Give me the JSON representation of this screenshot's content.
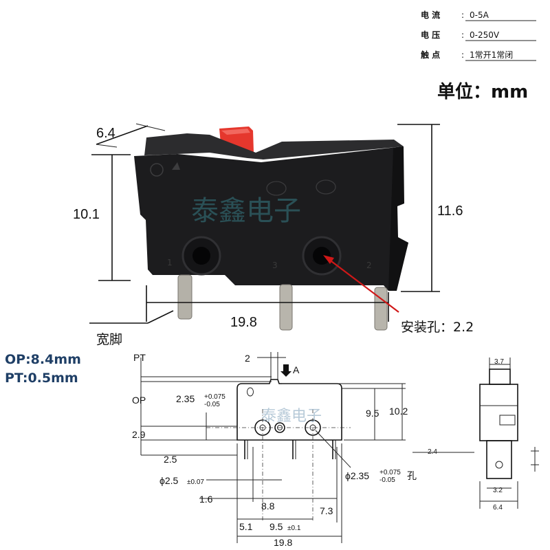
{
  "specs": [
    {
      "label": "电  流",
      "value": "0-5A"
    },
    {
      "label": "电  压",
      "value": "0-250V"
    },
    {
      "label": "触  点",
      "value": "1常开1常闭"
    }
  ],
  "unit": "单位：mm",
  "photo": {
    "dim_depth": "6.4",
    "dim_height_left": "10.1",
    "dim_height_right": "11.6",
    "dim_width": "19.8",
    "hole_label": "安装孔：2.2",
    "wide_pins": "宽脚",
    "terminal_1": "1",
    "terminal_3": "3",
    "terminal_2": "2",
    "watermark": "泰鑫电子",
    "colors": {
      "body": "#1b1b1d",
      "actuator": "#e5372d",
      "arrow": "#d01818"
    }
  },
  "specs_op_pt": {
    "op": "OP:8.4mm",
    "pt": "PT:0.5mm"
  },
  "drawing": {
    "pt": "PT",
    "op": "OP",
    "dim_2_top": "2",
    "arrow_a": "A",
    "dim_235": "2.35",
    "tol_235_plus": "+0.075",
    "tol_235_minus": "-0.05",
    "dim_29": "2.9",
    "dim_25": "2.5",
    "dim_95": "9.5",
    "dim_102": "10.2",
    "dim_phi25": "ϕ2.5",
    "tol_phi25": "±0.07",
    "dim_phi235": "ϕ2.35",
    "tol_phi235_plus": "+0.075",
    "tol_phi235_minus": "-0.05",
    "hole": "孔",
    "dim_16": "1.6",
    "dim_88": "8.8",
    "dim_73": "7.3",
    "dim_51": "5.1",
    "dim_95b": "9.5",
    "tol_95b": "±0.1",
    "dim_198": "19.8",
    "dim_24": "2.4",
    "dim_37": "3.7",
    "dim_32": "3.2",
    "dim_64": "6.4",
    "watermark": "泰鑫电子"
  }
}
